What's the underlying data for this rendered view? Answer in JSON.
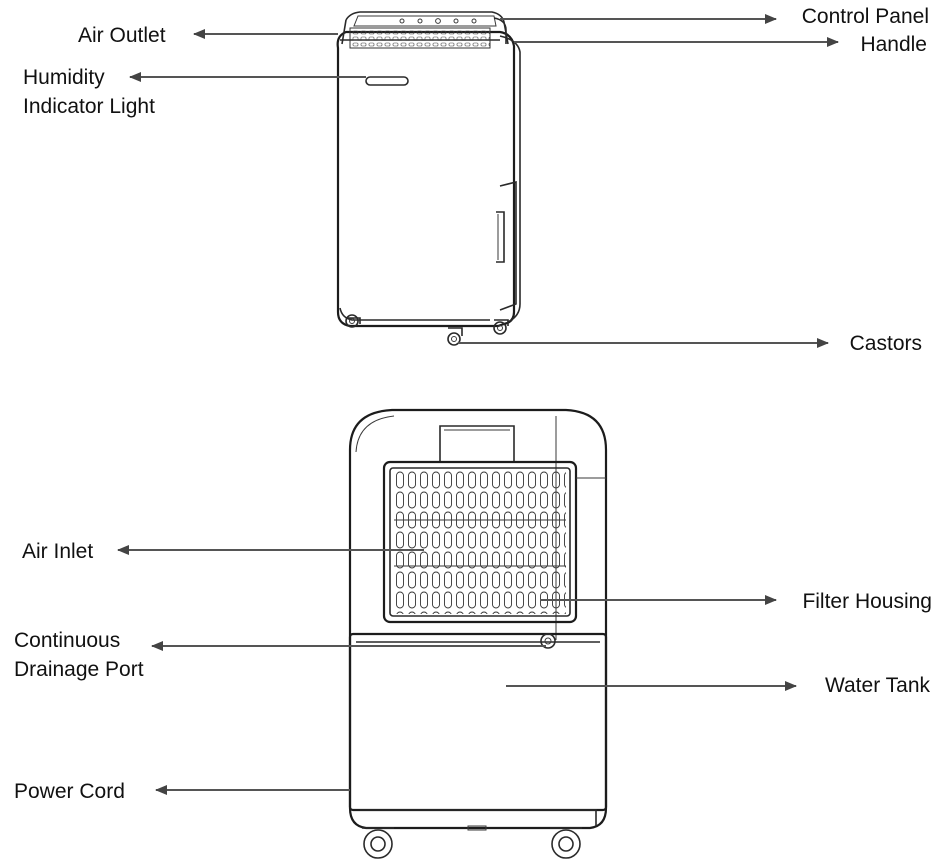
{
  "labels": {
    "air_outlet": "Air Outlet",
    "humidity_line1": "Humidity",
    "humidity_line2": "Indicator Light",
    "control_panel": "Control Panel",
    "handle": "Handle",
    "castors": "Castors",
    "air_inlet": "Air Inlet",
    "filter_housing": "Filter Housing",
    "drain_line1": "Continuous",
    "drain_line2": "Drainage Port",
    "water_tank": "Water Tank",
    "power_cord": "Power Cord"
  },
  "colors": {
    "line": "#2a2a2a",
    "arrow": "#555555",
    "text": "#111111"
  }
}
